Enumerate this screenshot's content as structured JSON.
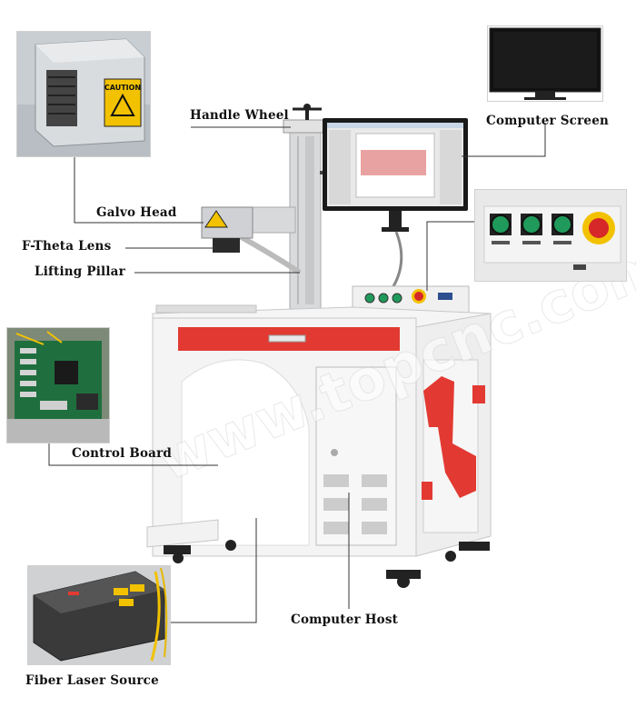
{
  "labels": {
    "handle_wheel": "Handle Wheel",
    "computer_screen": "Computer Screen",
    "galvo_head": "Galvo Head",
    "f_theta_lens": "F-Theta Lens",
    "lifting_pillar": "Lifting Pillar",
    "control_board": "Control Board",
    "computer_host": "Computer Host",
    "fiber_laser_source": "Fiber Laser Source"
  },
  "caution_text": "CAUTION",
  "watermark": "www.topcnc.com",
  "colors": {
    "machine_red": "#e23a32",
    "machine_white": "#f4f4f4",
    "pillar_gray": "#d8dadc",
    "leader_line": "#333333",
    "button_green": "#1f9a5b",
    "estop_red": "#d62828",
    "estop_yellow": "#f2c200"
  }
}
